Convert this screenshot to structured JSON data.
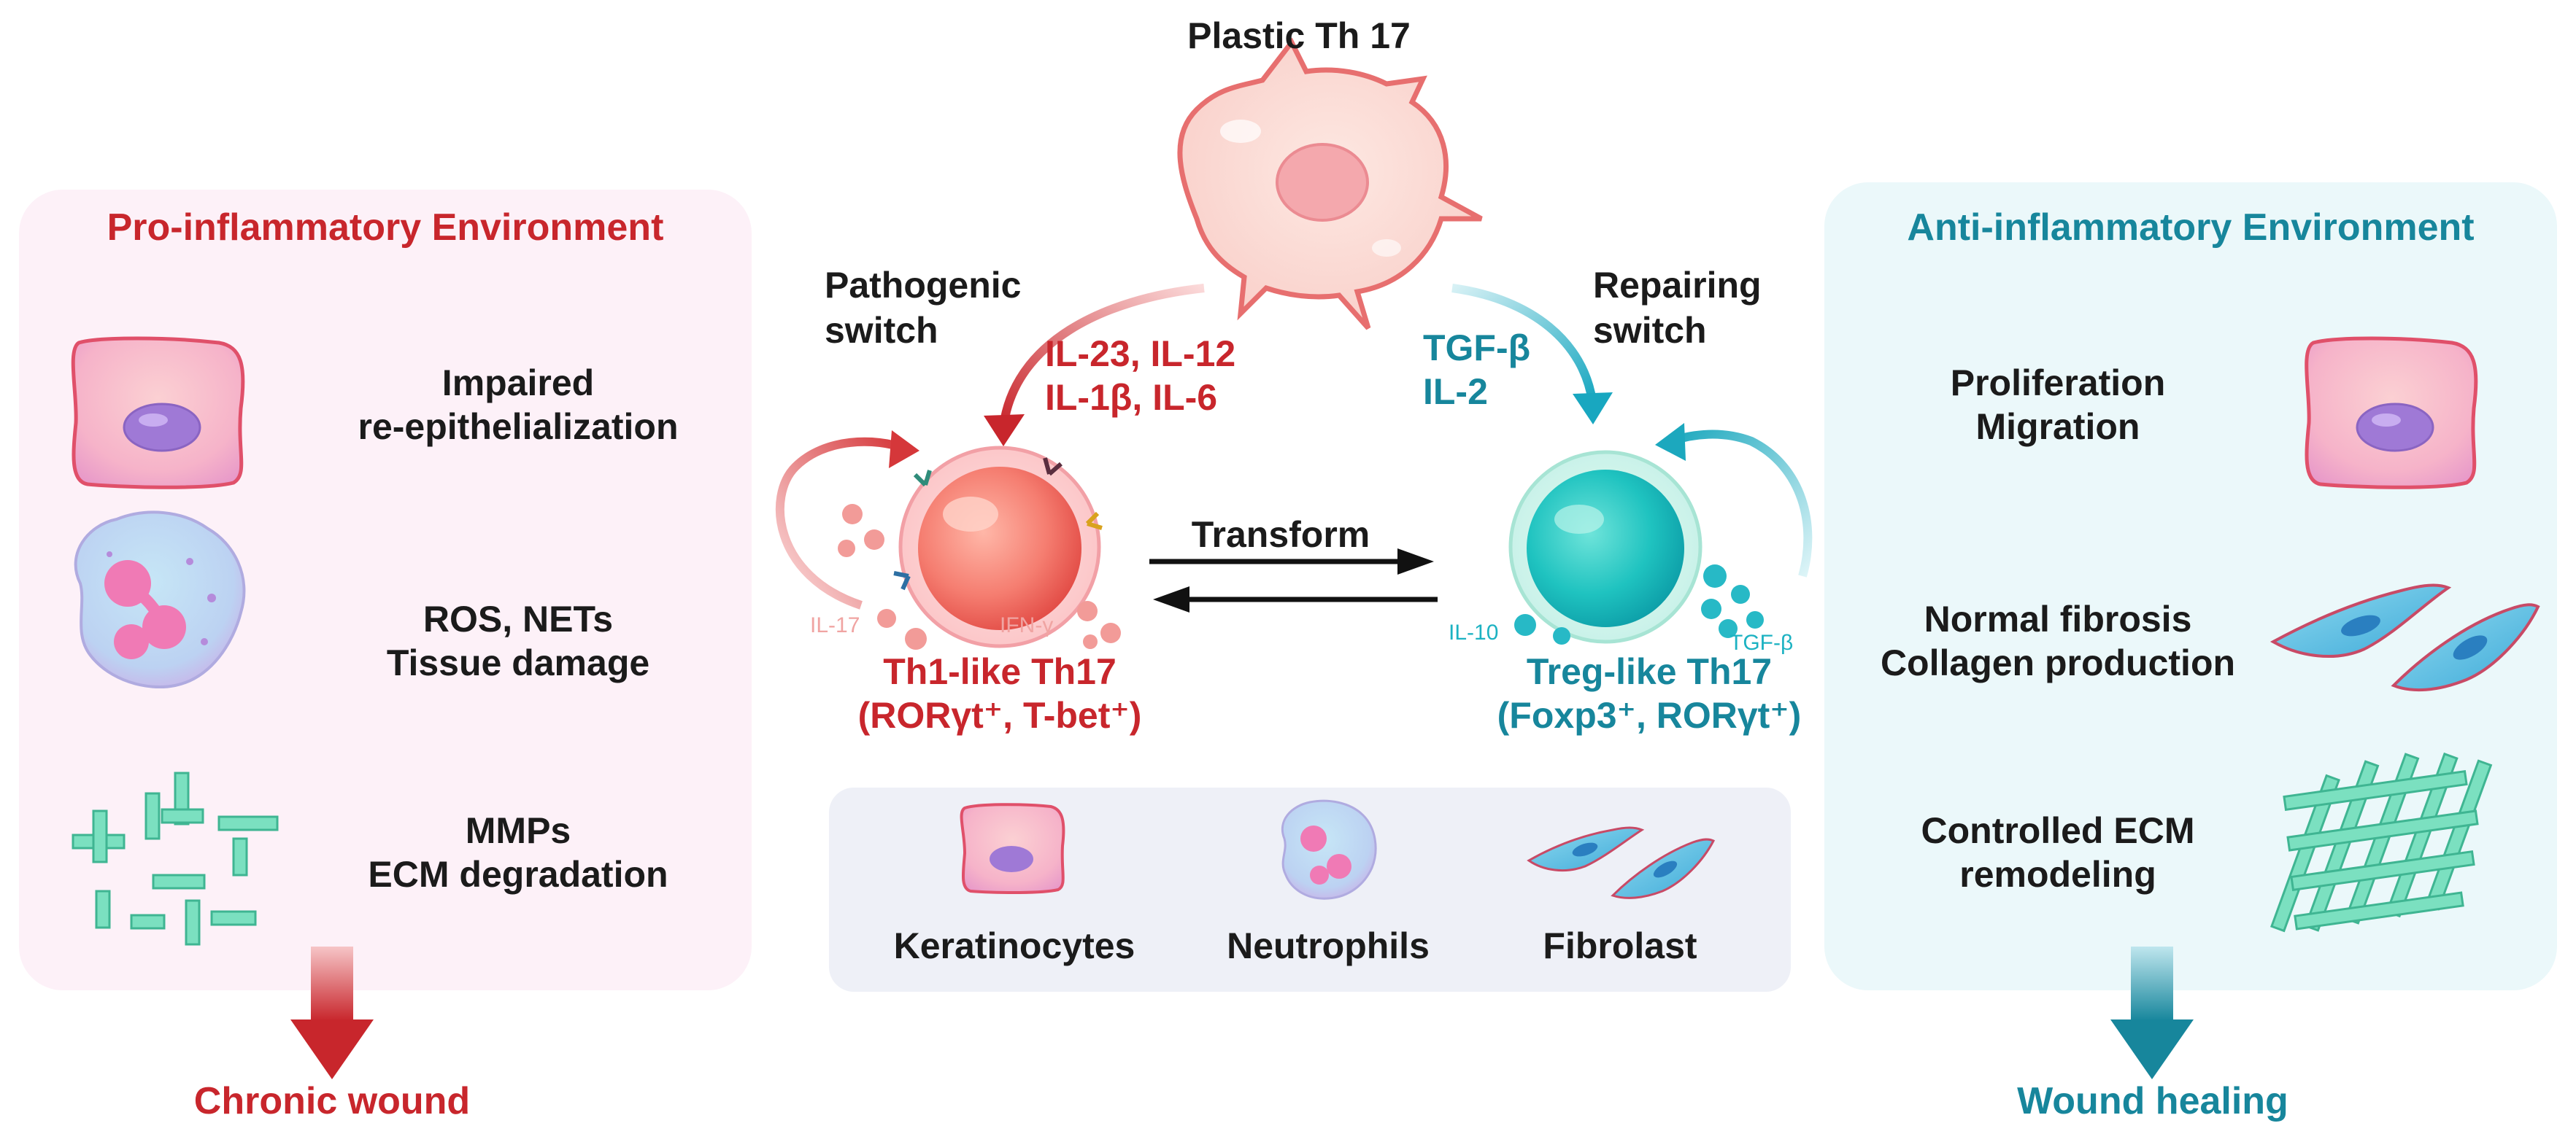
{
  "top": {
    "title": "Plastic Th 17"
  },
  "left_panel": {
    "heading": "Pro-inflammatory Environment",
    "items": [
      {
        "icon": "keratinocyte-icon",
        "line1": "Impaired",
        "line2": "re-epithelialization"
      },
      {
        "icon": "neutrophil-icon",
        "line1": "ROS, NETs",
        "line2": "Tissue damage"
      },
      {
        "icon": "degraded-ecm-icon",
        "line1": "MMPs",
        "line2": "ECM degradation"
      }
    ],
    "outcome": "Chronic wound"
  },
  "right_panel": {
    "heading": "Anti-inflammatory Environment",
    "items": [
      {
        "icon": "keratinocyte-icon",
        "line1": "Proliferation",
        "line2": "Migration"
      },
      {
        "icon": "fibroblast-icon",
        "line1": "Normal fibrosis",
        "line2": "Collagen production"
      },
      {
        "icon": "ecm-mesh-icon",
        "line1": "Controlled ECM",
        "line2": "remodeling"
      }
    ],
    "outcome": "Wound healing"
  },
  "pathogenic": {
    "switch_line1": "Pathogenic",
    "switch_line2": "switch",
    "cytokines_line1": "IL-23, IL-12",
    "cytokines_line2": "IL-1β, IL-6",
    "cell_name": "Th1-like Th17",
    "cell_markers": "(RORγt⁺, T-bet⁺)",
    "secreted_left": "IL-17",
    "secreted_right": "IFN-γ"
  },
  "repairing": {
    "switch_line1": "Repairing",
    "switch_line2": "switch",
    "cytokines_line1": "TGF-β",
    "cytokines_line2": "IL-2",
    "cell_name": "Treg-like Th17",
    "cell_markers": "(Foxp3⁺, RORγt⁺)",
    "secreted_left": "IL-10",
    "secreted_right": "TGF-β"
  },
  "center": {
    "transform_label": "Transform"
  },
  "legend": [
    "Keratinocytes",
    "Neutrophils",
    "Fibrolast"
  ],
  "colors": {
    "pro_red": "#c8262c",
    "anti_teal": "#17869c",
    "left_panel_bg": "#fdf1f8",
    "right_panel_bg": "#ebf8fa",
    "legend_bg": "#eef0f7"
  }
}
